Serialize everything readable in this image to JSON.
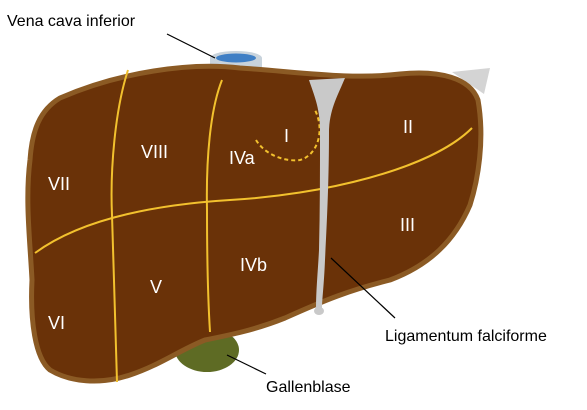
{
  "callouts": {
    "vena_cava": "Vena cava inferior",
    "ligamentum": "Ligamentum falciforme",
    "gallbladder": "Gallenblase"
  },
  "segments": {
    "I": "I",
    "II": "II",
    "III": "III",
    "IVa": "IVa",
    "IVb": "IVb",
    "V": "V",
    "VI": "VI",
    "VII": "VII",
    "VIII": "VIII"
  },
  "colors": {
    "liver_fill": "#6a3208",
    "liver_outline": "#8b5a24",
    "segment_lines": "#f2c12e",
    "ligament": "#c9c9c9",
    "vena_cava_top": "#3f7fc5",
    "vena_cava_rim": "#c8d3dc",
    "gallbladder": "#5e6b24"
  }
}
